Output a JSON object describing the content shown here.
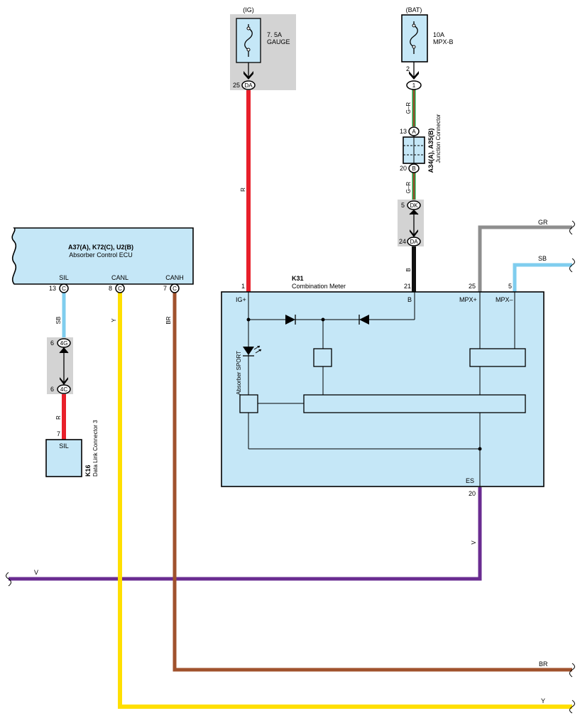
{
  "power": {
    "ig": {
      "label": "(IG)",
      "fuse_amp": "7. 5A",
      "fuse_name": "GAUGE",
      "pin": "25",
      "conn": "DA"
    },
    "bat": {
      "label": "(BAT)",
      "fuse_amp": "10A",
      "fuse_name": "MPX-B",
      "pin": "2",
      "conn": "1"
    }
  },
  "junction": {
    "title": "A34(A), A35(B)",
    "subtitle": "Junction Connector",
    "pin_top": "13",
    "conn_top": "A",
    "pin_bottom": "20",
    "conn_bottom": "B"
  },
  "joint_dk": {
    "pin_top": "5",
    "conn_top": "DK",
    "pin_bottom": "24",
    "conn_bottom": "DA"
  },
  "ecu": {
    "title": "A37(A), K72(C), U2(B)",
    "subtitle": "Absorber Control ECU",
    "terminals": [
      {
        "name": "SIL",
        "pin": "13",
        "conn": "C"
      },
      {
        "name": "CANL",
        "pin": "8",
        "conn": "C"
      },
      {
        "name": "CANH",
        "pin": "7",
        "conn": "C"
      }
    ]
  },
  "joint_4g": {
    "pin_top": "6",
    "conn_top": "4G",
    "pin_bottom": "6",
    "conn_bottom": "4C"
  },
  "dlc": {
    "id": "K16",
    "name": "Data Link Connector 3",
    "terminal": "SIL",
    "pin": "7"
  },
  "meter": {
    "id": "K31",
    "name": "Combination Meter",
    "terminals": {
      "ig": "IG+",
      "b": "B",
      "mpx_plus": "MPX+",
      "mpx_minus": "MPX–",
      "es": "ES"
    },
    "pins": {
      "ig": "1",
      "b": "21",
      "mpx_plus": "25",
      "mpx_minus": "5",
      "es": "20"
    },
    "indicator": "Absorber SPORT"
  },
  "wires": {
    "ig": "R",
    "bat_upper": "G–R",
    "bat_lower": "G–R",
    "meter_b": "B",
    "gr": "GR",
    "sb_right": "SB",
    "es": "V",
    "bus_v": "V",
    "sil": "SB",
    "dlc": "R",
    "canl": "Y",
    "canh": "BR",
    "bus_br": "BR",
    "bus_y": "Y"
  },
  "colors": {
    "red": "#e8202a",
    "green": "#1a9a3a",
    "black": "#111111",
    "gray": "#8e8e8e",
    "sky": "#7fcdee",
    "purple": "#6a2c91",
    "brown": "#a0522d",
    "yellow": "#ffdf00",
    "component_fill": "#c5e7f7",
    "joint_fill": "#d3d3d3"
  }
}
